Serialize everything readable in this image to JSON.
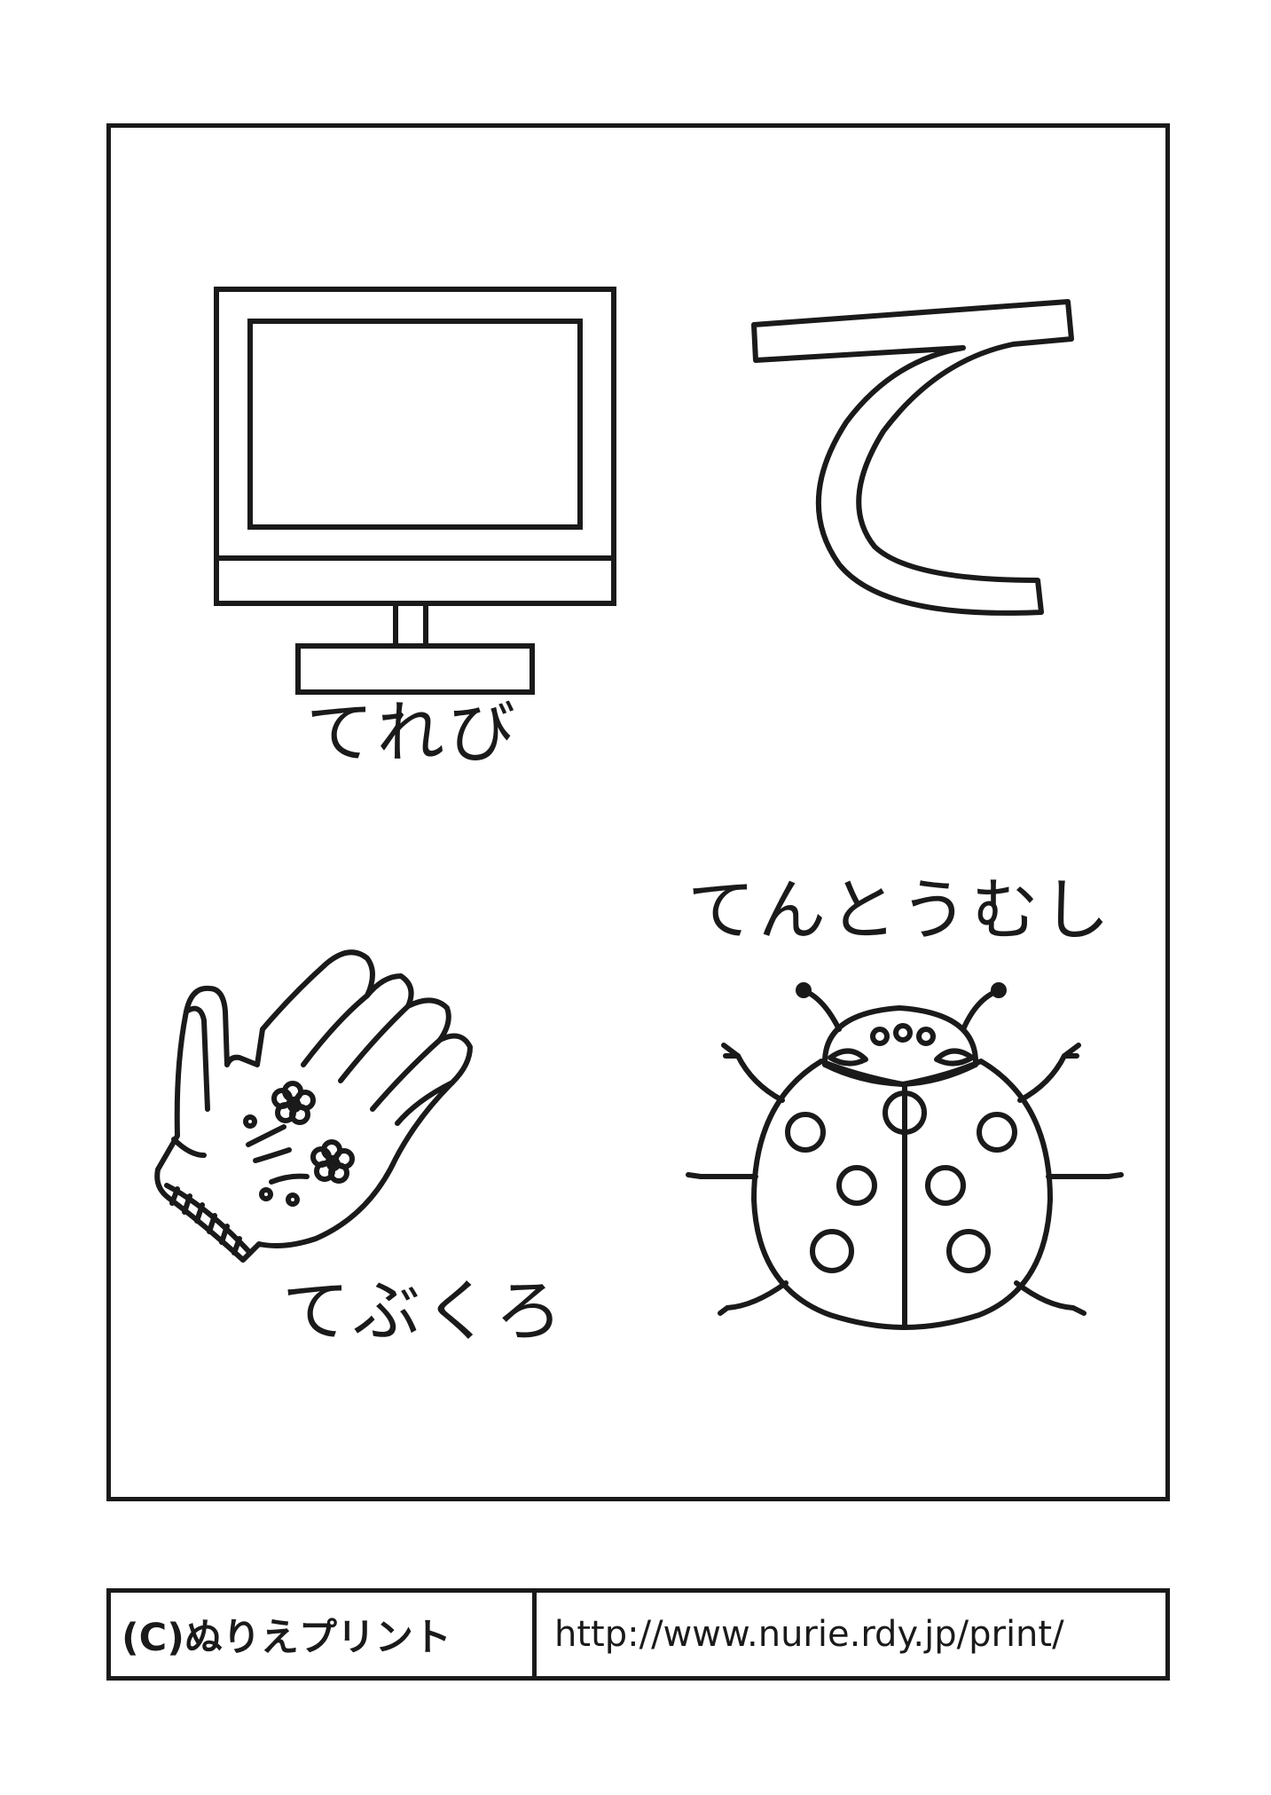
{
  "sheet": {
    "featured_character": "て",
    "items": [
      {
        "label": "てれび",
        "icon": "television-icon"
      },
      {
        "label": "てんとうむし",
        "icon": "ladybug-icon"
      },
      {
        "label": "てぶくろ",
        "icon": "glove-icon"
      }
    ]
  },
  "footer": {
    "copyright": "(C)ぬりえプリント",
    "url": "http://www.nurie.rdy.jp/print/"
  },
  "colors": {
    "line": "#1a1a1a",
    "background": "#ffffff"
  }
}
